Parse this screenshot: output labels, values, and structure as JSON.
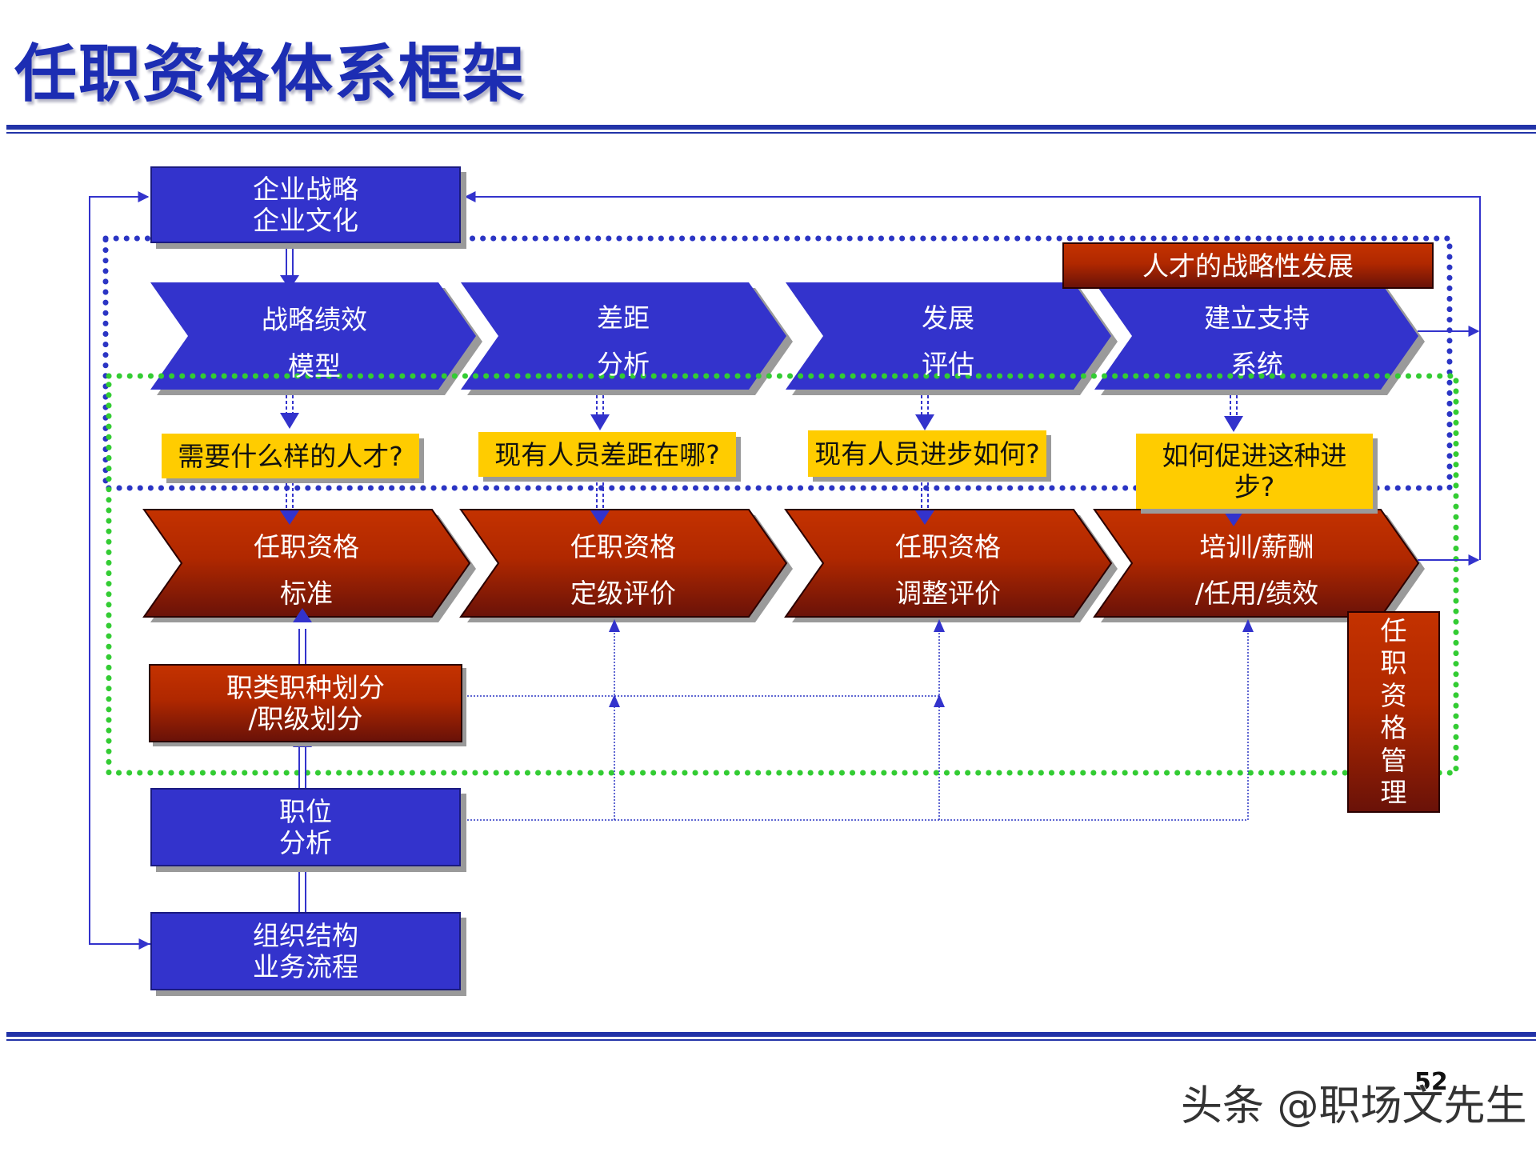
{
  "title": "任职资格体系框架",
  "top_boxes": {
    "strategy": [
      "企业战略",
      "企业文化"
    ],
    "job_category": [
      "职类职种划分",
      "/职级划分"
    ],
    "position_analysis": [
      "职位",
      "分析"
    ],
    "org_structure": [
      "组织结构",
      "业务流程"
    ]
  },
  "talent_banner": "人才的战略性发展",
  "blue_chevrons": [
    {
      "line1": "战略绩效",
      "line2": "模型"
    },
    {
      "line1": "差距",
      "line2": "分析"
    },
    {
      "line1": "发展",
      "line2": "评估"
    },
    {
      "line1": "建立支持",
      "line2": "系统"
    }
  ],
  "questions": [
    "需要什么样的人才?",
    "现有人员差距在哪?",
    "现有人员进步如何?",
    "如何促进这种进步?"
  ],
  "red_chevrons": [
    {
      "line1": "任职资格",
      "line2": "标准"
    },
    {
      "line1": "任职资格",
      "line2": "定级评价"
    },
    {
      "line1": "任职资格",
      "line2": "调整评价"
    },
    {
      "line1": "培训/薪酬",
      "line2": "/任用/绩效"
    }
  ],
  "side_label": "任职资格管理",
  "side_label_chars": [
    "任",
    "职",
    "资",
    "格",
    "管",
    "理"
  ],
  "watermark": "头条 @职场文先生",
  "page_number": "52",
  "colors": {
    "blue": "#3333cc",
    "dark_red": "#b02800",
    "yellow": "#ffcc00",
    "title_blue": "#1c2db3",
    "dotted_blue": "#2b35c4",
    "dotted_green": "#33cc33"
  }
}
